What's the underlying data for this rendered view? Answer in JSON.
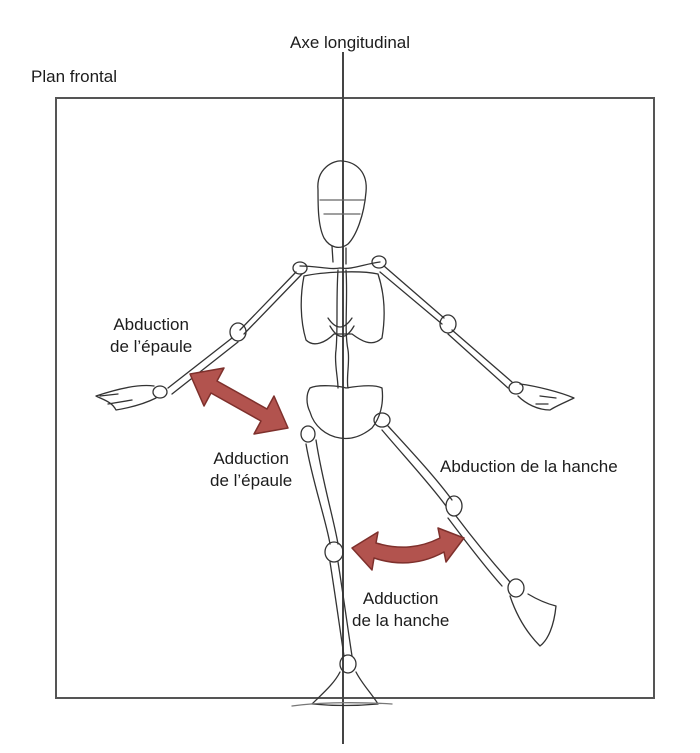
{
  "labels": {
    "axis": "Axe longitudinal",
    "plane": "Plan frontal",
    "shoulder_abduction": [
      "Abduction",
      "de l’épaule"
    ],
    "shoulder_adduction": [
      "Adduction",
      "de l’épaule"
    ],
    "hip_abduction": "Abduction de la hanche",
    "hip_adduction": [
      "Adduction",
      "de la hanche"
    ]
  },
  "colors": {
    "arrow_fill": "#b2534e",
    "arrow_stroke": "#7e302c",
    "lines": "#444444",
    "sketch": "#333333"
  }
}
